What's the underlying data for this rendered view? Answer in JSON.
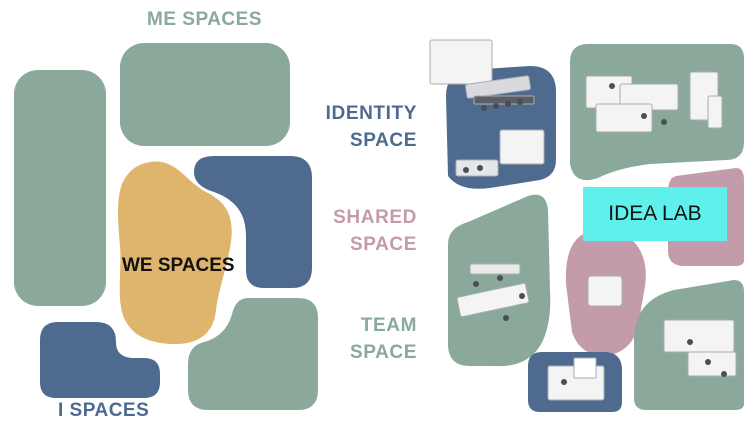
{
  "diagram": {
    "left_panel": {
      "me_spaces": "ME SPACES",
      "we_spaces": "WE SPACES",
      "i_spaces": "I SPACES"
    },
    "legend": {
      "identity": [
        "IDENTITY",
        "SPACE"
      ],
      "shared": [
        "SHARED",
        "SPACE"
      ],
      "team": [
        "TEAM",
        "SPACE"
      ]
    },
    "callout": "IDEA LAB"
  },
  "colors": {
    "me_green": "#8aa99b",
    "we_gold": "#dfb56d",
    "i_blue": "#4e6b8f",
    "shared_pink": "#c39bab",
    "callout_cyan": "#5ff0ec"
  }
}
